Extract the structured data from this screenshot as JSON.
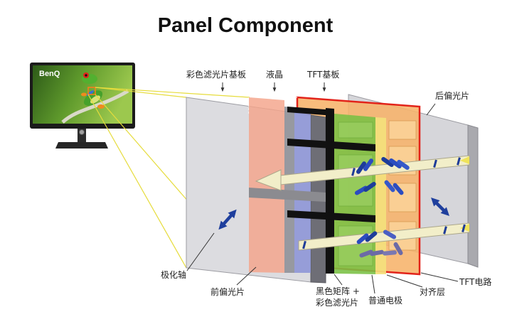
{
  "title": "Panel Component",
  "monitor": {
    "brand": "BenQ"
  },
  "labels": {
    "color_filter_substrate": "彩色滤光片基板",
    "liquid_crystal": "液晶",
    "tft_substrate": "TFT基板",
    "rear_polarizer": "后偏光片",
    "polarization_axis": "极化轴",
    "front_polarizer": "前偏光片",
    "black_matrix_line1": "黑色矩阵 +",
    "black_matrix_line2": "彩色滤光片",
    "common_electrode": "普通电极",
    "alignment_layer": "对齐层",
    "tft_circuit": "TFT电路"
  },
  "colors": {
    "tft_border": "#e2231a",
    "polarizer_arrow": "#1f3f9d",
    "light_beam": "#f2eec9",
    "black_matrix": "#111111"
  }
}
